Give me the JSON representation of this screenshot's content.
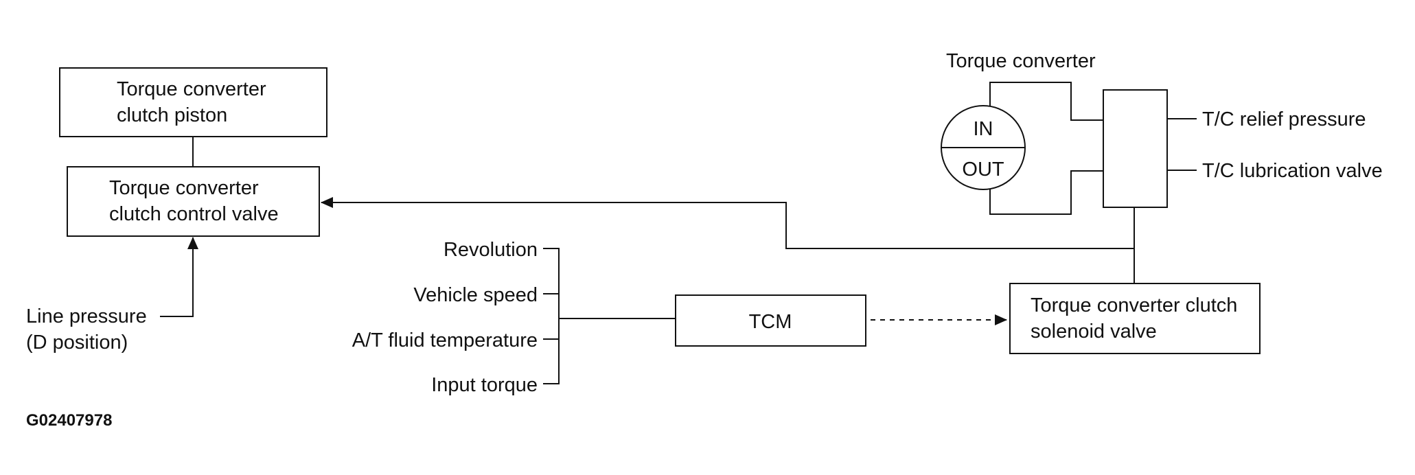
{
  "boxes": {
    "clutch_piston": [
      "Torque converter",
      "clutch piston"
    ],
    "control_valve": [
      "Torque converter",
      "clutch control valve"
    ],
    "tcm": "TCM",
    "solenoid_valve": [
      "Torque converter clutch",
      "solenoid valve"
    ]
  },
  "torque_converter": {
    "title": "Torque converter",
    "in_label": "IN",
    "out_label": "OUT"
  },
  "outputs": {
    "relief": "T/C relief pressure",
    "lubrication": "T/C lubrication valve"
  },
  "line_pressure": [
    "Line pressure",
    "(D position)"
  ],
  "inputs": [
    "Revolution",
    "Vehicle speed",
    "A/T fluid temperature",
    "Input torque"
  ],
  "figure_code": "G02407978"
}
